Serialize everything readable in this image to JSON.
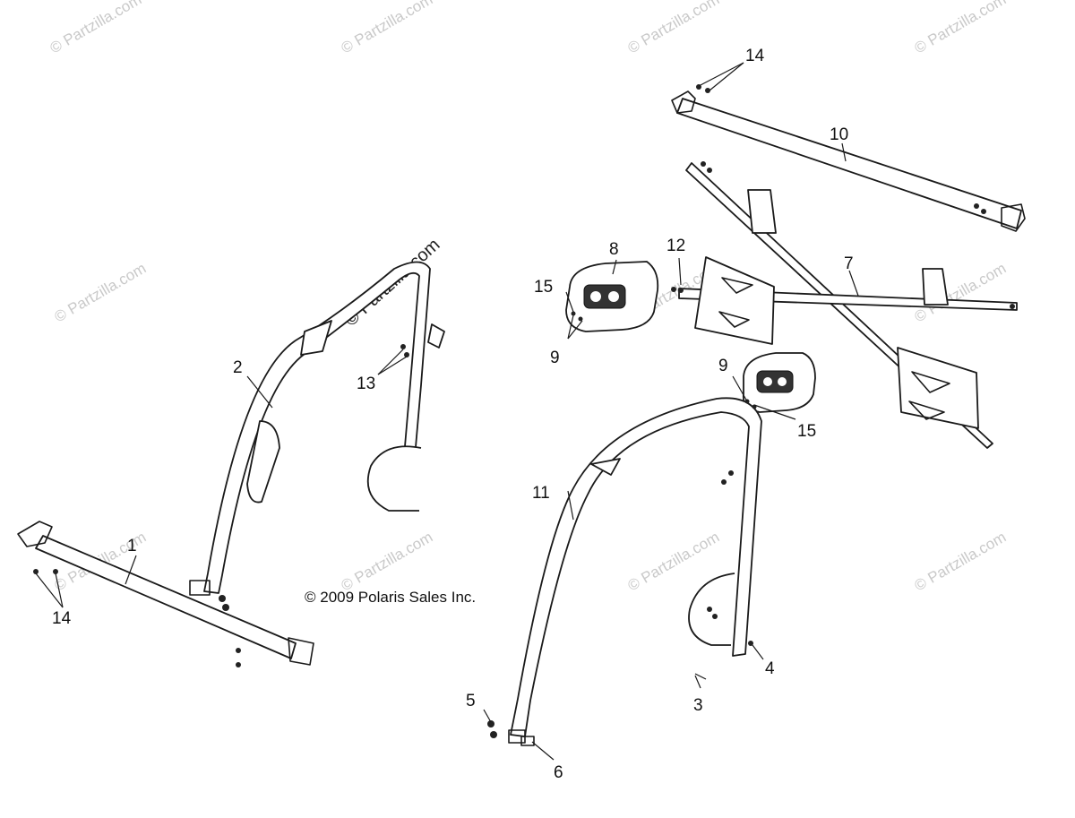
{
  "diagram": {
    "copyright": "© 2009 Polaris Sales Inc.",
    "watermark_text": "© Partzilla.com",
    "callouts": [
      "1",
      "2",
      "3",
      "4",
      "5",
      "6",
      "7",
      "8",
      "9",
      "10",
      "11",
      "12",
      "13",
      "14",
      "15"
    ]
  }
}
